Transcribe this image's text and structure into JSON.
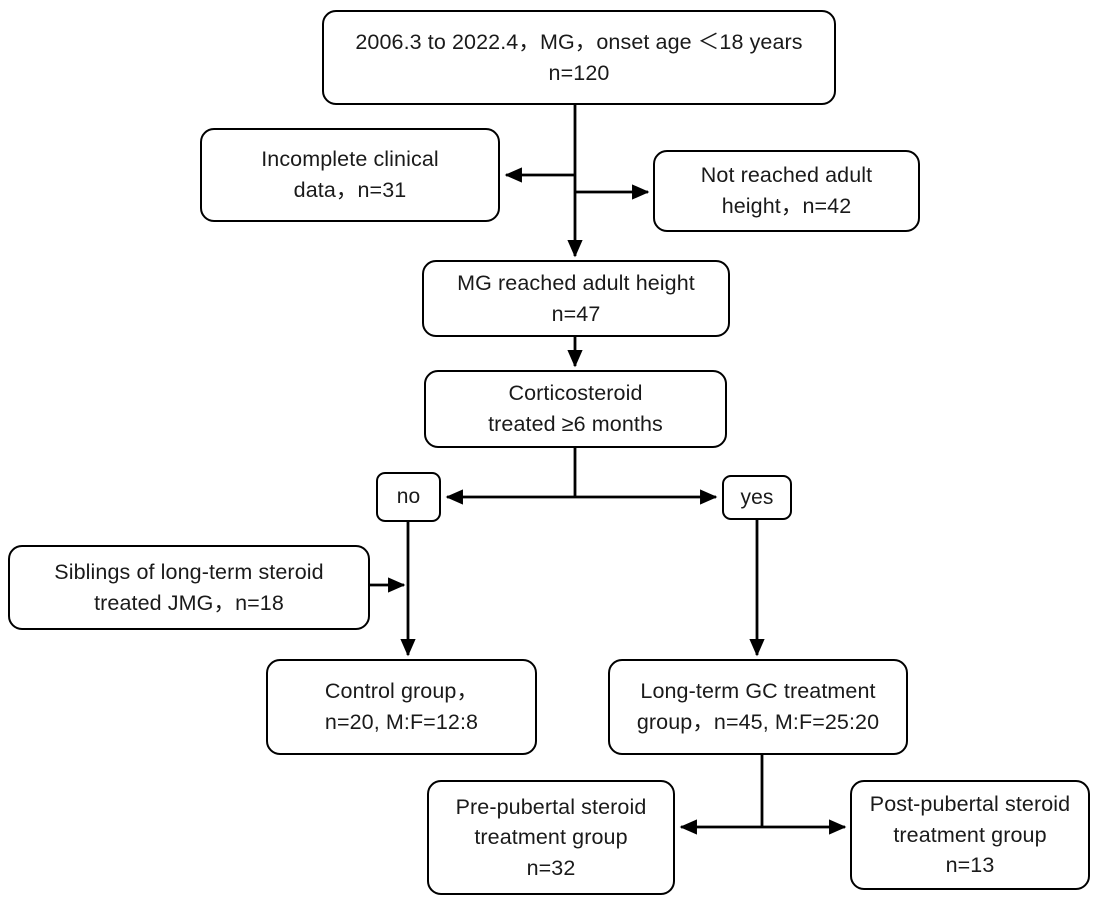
{
  "diagram": {
    "title": "Juvenile myasthenia gravis long-term glucocorticoid treatment patient flow",
    "type": "flowchart",
    "stroke_color": "#000000",
    "text_color": "#1a1a1a",
    "background_color": "#ffffff"
  },
  "nodes": {
    "cohort": {
      "label": "2006.3 to 2022.4，MG，onset age ＜18 years\nn=120",
      "line1": "2006.3 to 2022.4，MG，onset age ＜18 years",
      "line2": "n=120",
      "count": 120
    },
    "incomplete": {
      "label": "Incomplete clinical\ndata，n=31",
      "line1": "Incomplete clinical",
      "line2": "data，n=31",
      "count": 31
    },
    "not_reached": {
      "label": "Not reached adult\nheight，n=42",
      "line1": "Not reached adult",
      "line2": "height，n=42",
      "count": 42
    },
    "reached": {
      "label": "MG reached adult height\nn=47",
      "line1": "MG reached adult height",
      "line2": "n=47",
      "count": 47
    },
    "corticosteroid": {
      "label": "Corticosteroid\ntreated ≥6 months",
      "line1": "Corticosteroid",
      "line2": "treated ≥6 months"
    },
    "decision_no": {
      "label": "no"
    },
    "decision_yes": {
      "label": "yes"
    },
    "siblings": {
      "label": "Siblings of long-term steroid\ntreated JMG，n=18",
      "line1": "Siblings of long-term steroid",
      "line2": "treated JMG，n=18",
      "count": 18
    },
    "control_group": {
      "label": "Control group，\nn=20, M:F=12:8",
      "line1": "Control group，",
      "line2": "n=20, M:F=12:8",
      "count": 20,
      "male_female": "12:8"
    },
    "gc_group": {
      "label": "Long-term GC treatment\ngroup，n=45, M:F=25:20",
      "line1": "Long-term GC treatment",
      "line2": "group，n=45, M:F=25:20",
      "count": 45,
      "male_female": "25:20"
    },
    "pre_pubertal": {
      "label": "Pre-pubertal steroid\ntreatment group\nn=32",
      "line1": "Pre-pubertal steroid",
      "line2": "treatment group",
      "line3": "n=32",
      "count": 32
    },
    "post_pubertal": {
      "label": "Post-pubertal steroid\ntreatment group\nn=13",
      "line1": "Post-pubertal steroid",
      "line2": "treatment group",
      "line3": "n=13",
      "count": 13
    }
  }
}
